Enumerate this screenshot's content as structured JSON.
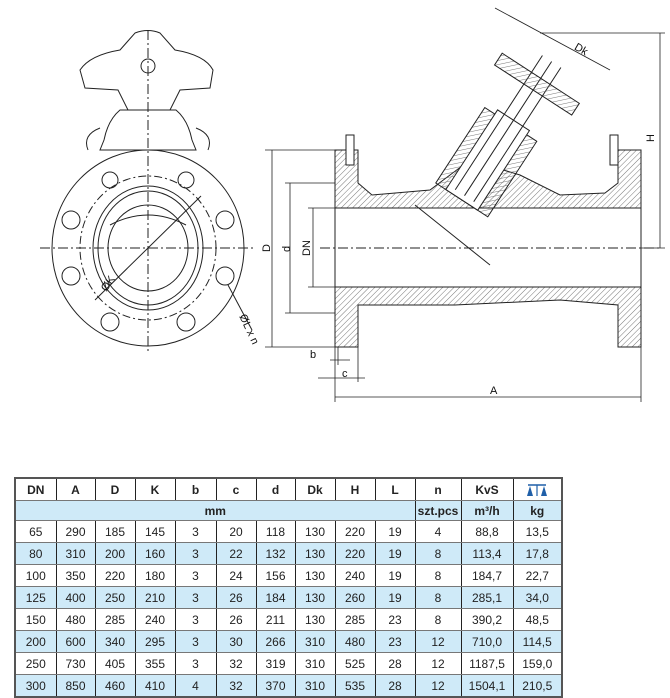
{
  "drawing": {
    "labels": {
      "D": "D",
      "d": "d",
      "DN": "DN",
      "b": "b",
      "c": "c",
      "A": "A",
      "H": "H",
      "Dk": "Dk",
      "K": "ØK",
      "L": "ØL x n"
    }
  },
  "table": {
    "headers": [
      "DN",
      "A",
      "D",
      "K",
      "b",
      "c",
      "d",
      "Dk",
      "H",
      "L",
      "n",
      "KvS"
    ],
    "weight_icon": "scale-weight-icon",
    "units": {
      "mm": "mm",
      "n": "szt.pcs",
      "kvs": "m³/h",
      "weight": "kg"
    },
    "rows": [
      [
        "65",
        "290",
        "185",
        "145",
        "3",
        "20",
        "118",
        "130",
        "220",
        "19",
        "4",
        "88,8",
        "13,5"
      ],
      [
        "80",
        "310",
        "200",
        "160",
        "3",
        "22",
        "132",
        "130",
        "220",
        "19",
        "8",
        "113,4",
        "17,8"
      ],
      [
        "100",
        "350",
        "220",
        "180",
        "3",
        "24",
        "156",
        "130",
        "240",
        "19",
        "8",
        "184,7",
        "22,7"
      ],
      [
        "125",
        "400",
        "250",
        "210",
        "3",
        "26",
        "184",
        "130",
        "260",
        "19",
        "8",
        "285,1",
        "34,0"
      ],
      [
        "150",
        "480",
        "285",
        "240",
        "3",
        "26",
        "211",
        "130",
        "285",
        "23",
        "8",
        "390,2",
        "48,5"
      ],
      [
        "200",
        "600",
        "340",
        "295",
        "3",
        "30",
        "266",
        "310",
        "480",
        "23",
        "12",
        "710,0",
        "114,5"
      ],
      [
        "250",
        "730",
        "405",
        "355",
        "3",
        "32",
        "319",
        "310",
        "525",
        "28",
        "12",
        "1187,5",
        "159,0"
      ],
      [
        "300",
        "850",
        "460",
        "410",
        "4",
        "32",
        "370",
        "310",
        "535",
        "28",
        "12",
        "1504,1",
        "210,5"
      ]
    ],
    "colors": {
      "header_band": "#cfeaf8",
      "icon": "#1f5fa8"
    }
  }
}
